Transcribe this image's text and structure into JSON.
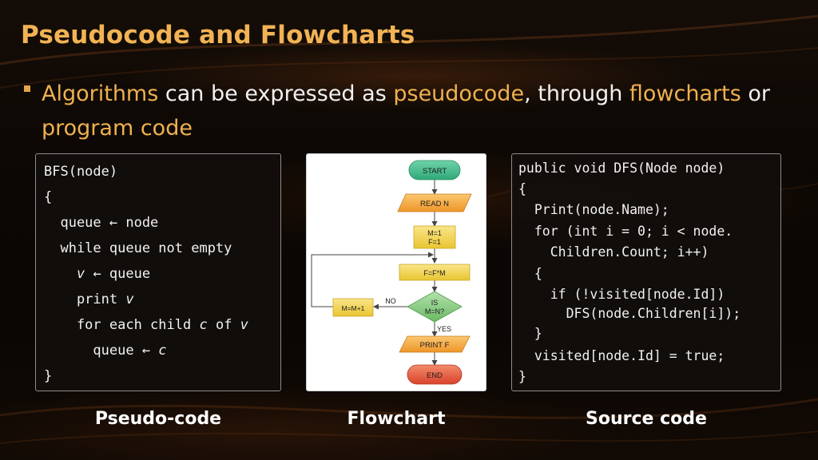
{
  "slide": {
    "title": "Pseudocode and Flowcharts",
    "bullet": {
      "parts": [
        {
          "text": "Algorithms",
          "highlight": true
        },
        {
          "text": " can be expressed as ",
          "highlight": false
        },
        {
          "text": "pseudocode",
          "highlight": true
        },
        {
          "text": ", through ",
          "highlight": false
        },
        {
          "text": "flowcharts",
          "highlight": true
        },
        {
          "text": " or ",
          "highlight": false
        },
        {
          "text": "program code",
          "highlight": true
        }
      ]
    }
  },
  "pseudocode": {
    "lines": [
      "BFS(node)",
      "{",
      "  queue ← node",
      "  while queue not empty",
      "    v ← queue",
      "    print v",
      "    for each child c of v",
      "      queue ← c",
      "}"
    ],
    "caption": "Pseudo-code"
  },
  "flowchart": {
    "start": "START",
    "read": "READ N",
    "init_line1": "M=1",
    "init_line2": "F=1",
    "compute": "F=F*M",
    "decision_line1": "IS",
    "decision_line2": "M=N?",
    "increment": "M=M+1",
    "no_label": "NO",
    "yes_label": "YES",
    "print": "PRINT F",
    "end": "END",
    "caption": "Flowchart"
  },
  "source": {
    "lines": [
      "public void DFS(Node node)",
      "{",
      "  Print(node.Name);",
      "  for (int i = 0; i < node.",
      "    Children.Count; i++)",
      "  {",
      "    if (!visited[node.Id])",
      "      DFS(node.Children[i]);",
      "  }",
      "  visited[node.Id] = true;",
      "}"
    ],
    "caption": "Source code"
  },
  "colors": {
    "accent": "#efb14f",
    "terminal": "#3fb98a",
    "terminal_end": "#e4563a",
    "process": "#f3d34c",
    "io": "#f5a93a",
    "decision": "#89cc83"
  }
}
